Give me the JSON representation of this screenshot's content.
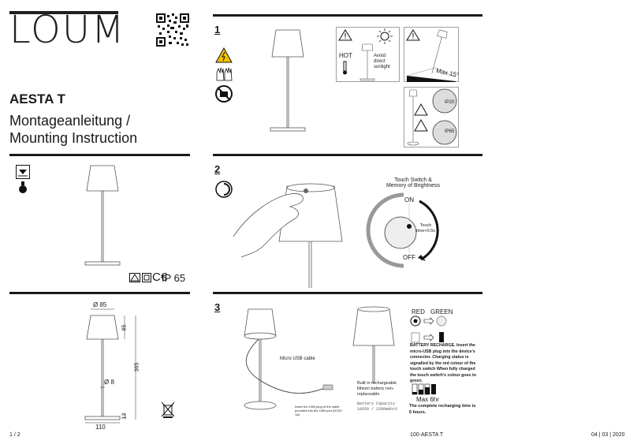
{
  "header": {
    "brand": "LOUM",
    "product": "AESTA T",
    "subtitle_line1": "Montageanleitung /",
    "subtitle_line2": "Mounting Instruction"
  },
  "left_panel": {
    "ip_rating": "IP 65",
    "diameter_top": "Ø 85",
    "height_shade": "85",
    "height_total": "365",
    "diameter_stem": "Ø 8",
    "height_base": "13",
    "base_width": "110"
  },
  "step1": {
    "number": "1",
    "hot": "HOT",
    "avoid": "Avoid direct sunlight",
    "max_tilt": "Max 15°",
    "ip20": "IP20",
    "ip65": "IP65"
  },
  "step2": {
    "number": "2",
    "touch_title": "Touch Switch &",
    "touch_title2": "Memory of Brightness",
    "on": "ON",
    "off": "OFF",
    "touch_note": "Touch",
    "touch_time": "time<0.5s"
  },
  "step3": {
    "number": "3",
    "cable_label": "Micro USB cable",
    "usb_note": "Insert the USB plug of the cable provided into the USB port (DC5V 1A)",
    "battery_builtin": "Built in rechargeable lithium battery non-replaceable",
    "battery_capacity_label": "Battery Capacity",
    "battery_capacity": "18650 / 2200mAh×2",
    "red": "RED",
    "green": "GREEN",
    "recharge_text": "BATTERY RECHARGE. Insert the micro-USB plug into the device's connector. Charging status is signalled by the red colour of the touch switch When fully charged the touch switch's colour goes to green.",
    "max_time": "Max 6hr",
    "complete_text": "The complete recharging time is 6 hours."
  },
  "footer": {
    "page": "1 / 2",
    "doc": "100-AESTA T",
    "date": "04 | 03 | 2020"
  }
}
